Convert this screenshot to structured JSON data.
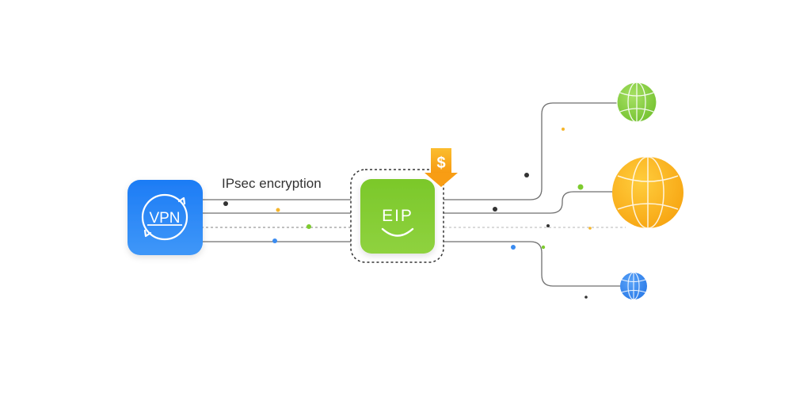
{
  "diagram": {
    "link_label": "IPsec encryption",
    "vpn_node": {
      "text": "VPN"
    },
    "eip_node": {
      "text": "EIP"
    },
    "price_badge": {
      "symbol": "$"
    },
    "colors": {
      "vpn_blue": "#2f86f6",
      "eip_green": "#7ecb2f",
      "globe_green": "#8fd14f",
      "globe_orange": "#fbb417",
      "globe_blue": "#3a8bf0",
      "badge_orange": "#f8a51b",
      "line_gray": "#777777",
      "dot_dark": "#333333",
      "dot_yellow": "#f5b52a",
      "dot_green": "#7ecb2f",
      "dot_blue": "#3a8bf0"
    },
    "icons": [
      "vpn-icon",
      "eip-icon",
      "globe-icon",
      "dollar-icon",
      "arrow-down-icon"
    ]
  }
}
